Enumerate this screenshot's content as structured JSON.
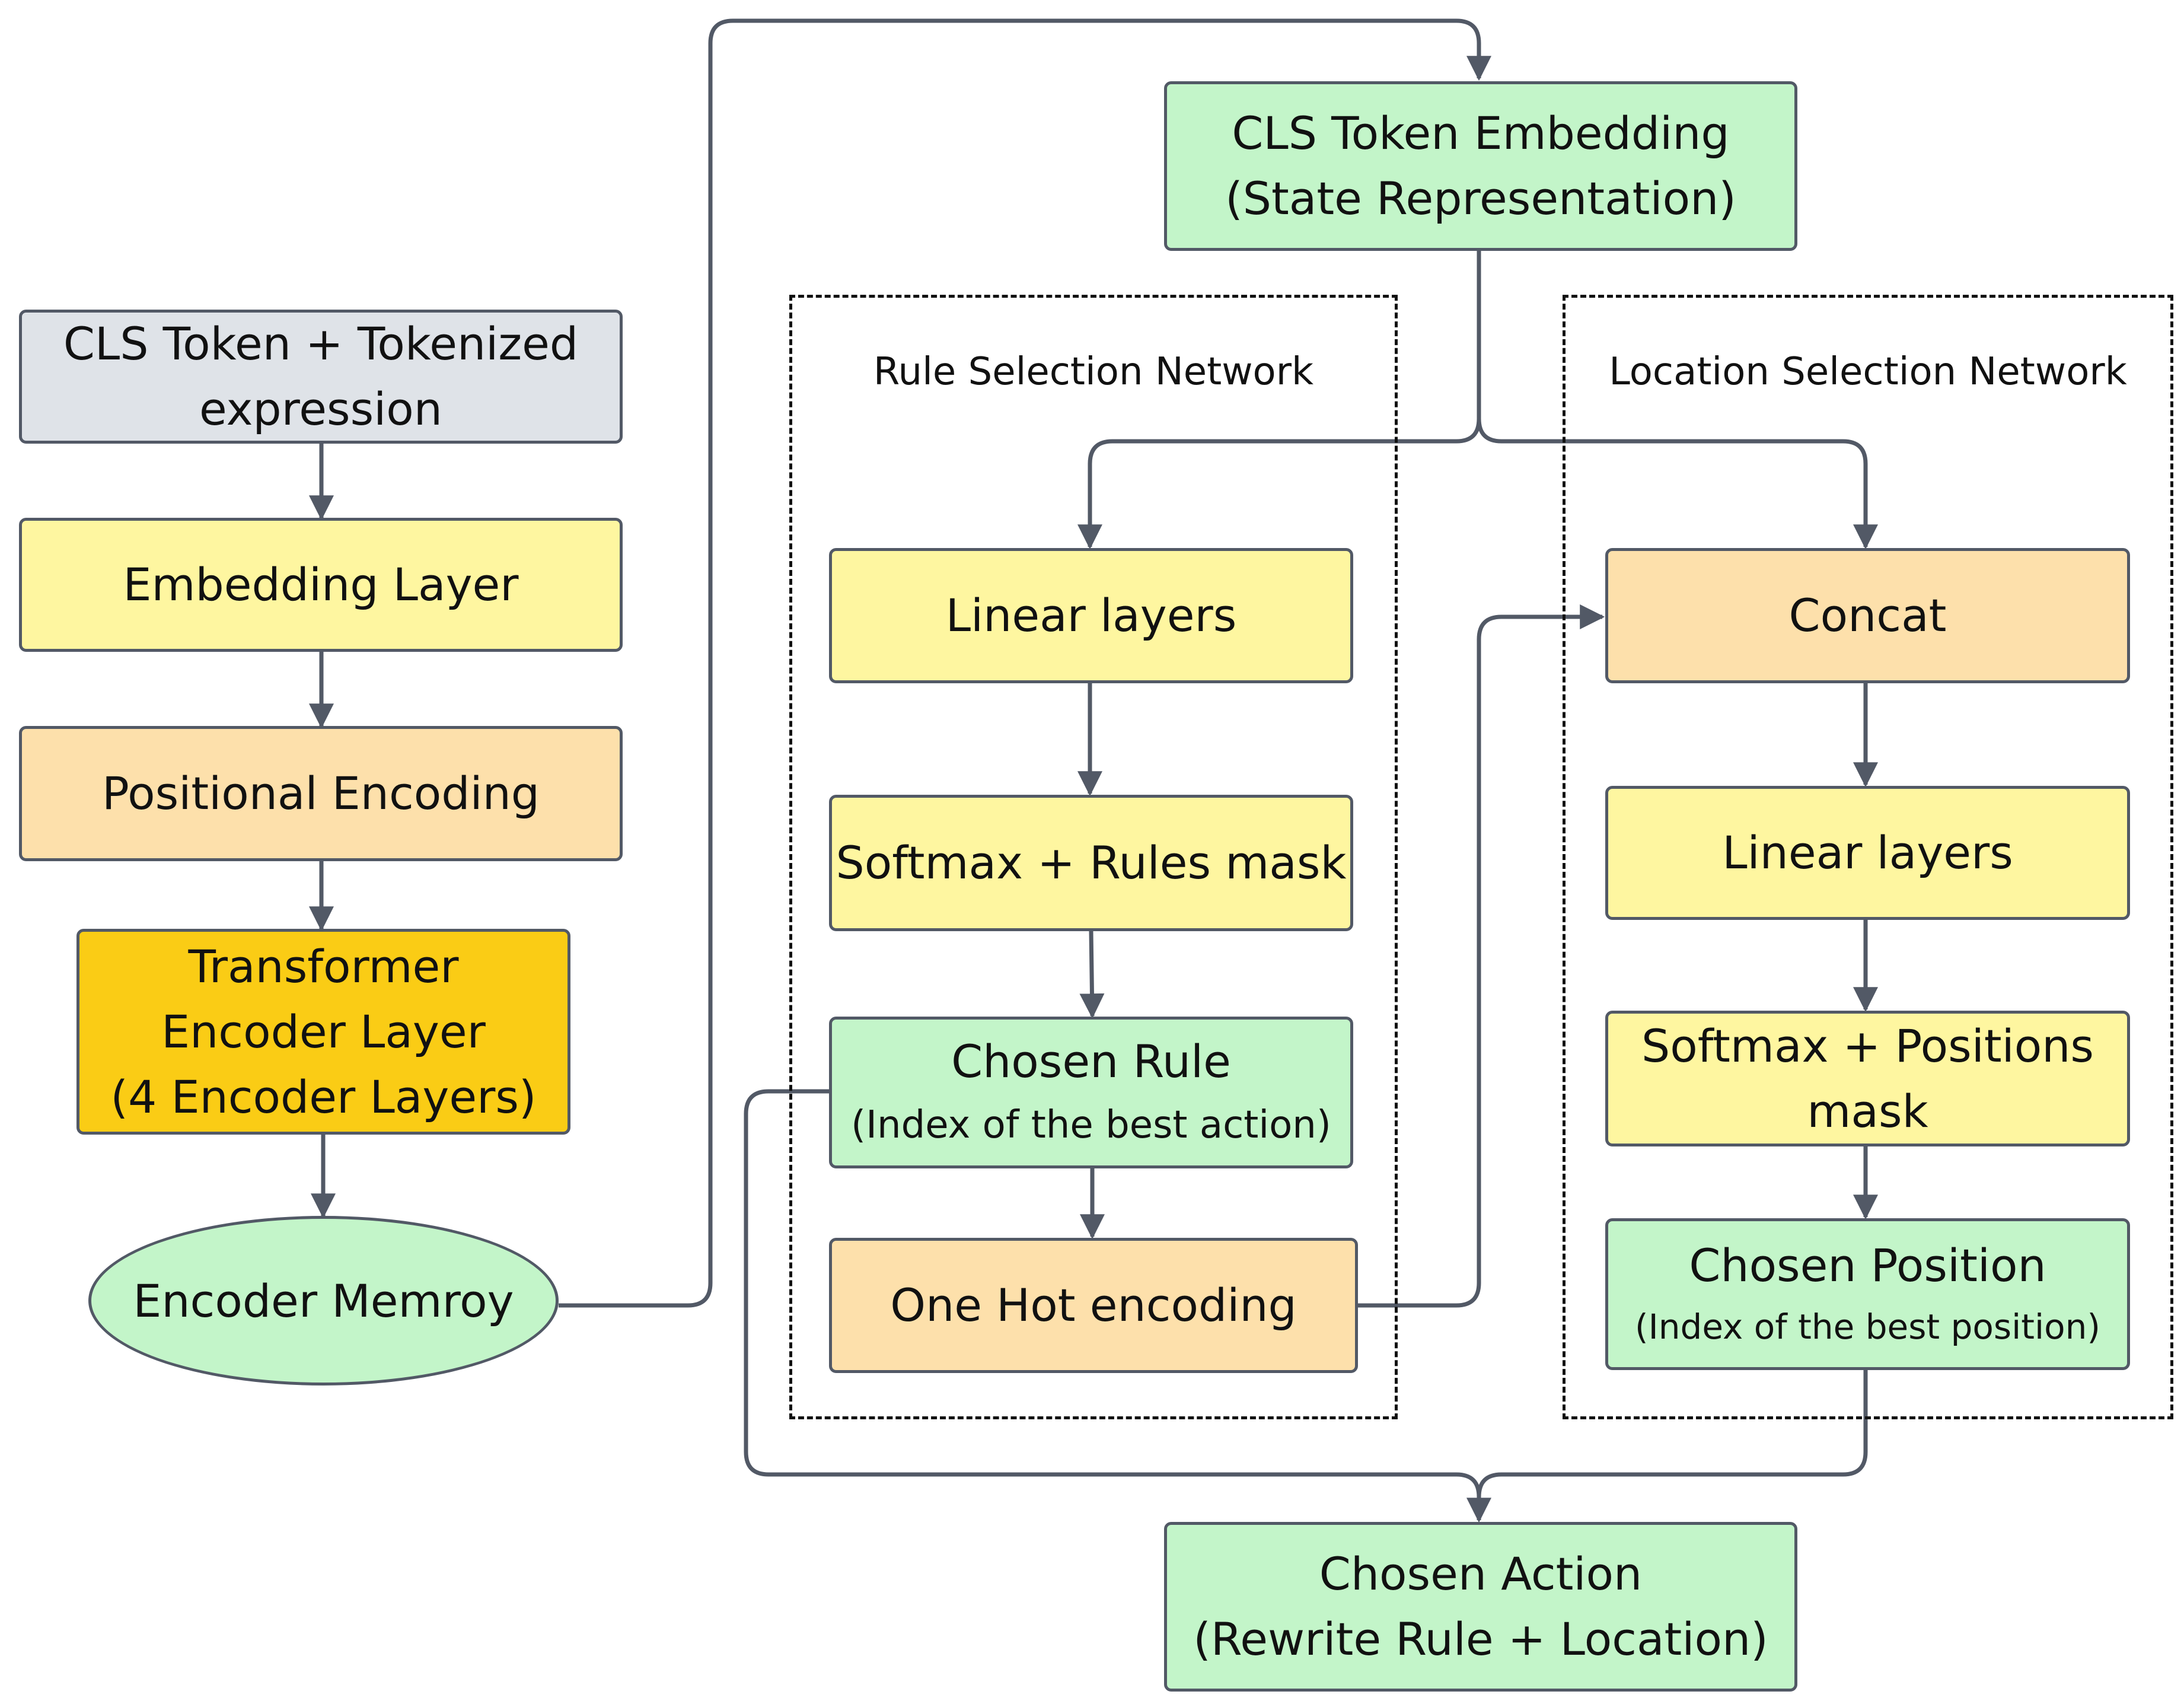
{
  "colors": {
    "gray": "#dfe3e8",
    "yellow": "#fef6a0",
    "peach": "#fde0ab",
    "gold": "#facc15",
    "green": "#c3f5c9",
    "stroke": "#525966"
  },
  "nodes": {
    "input": {
      "line1": "CLS Token + Tokenized",
      "line2": "expression"
    },
    "embedding": {
      "label": "Embedding Layer"
    },
    "positional": {
      "label": "Positional Encoding"
    },
    "transformer": {
      "line1": "Transformer",
      "line2": "Encoder Layer",
      "line3": "(4 Encoder Layers)"
    },
    "memory": {
      "label": "Encoder Memroy"
    },
    "cls_embedding": {
      "line1": "CLS Token Embedding",
      "line2": "(State Representation)"
    },
    "rule_linear": {
      "label": "Linear layers"
    },
    "rule_softmax": {
      "label": "Softmax + Rules mask"
    },
    "chosen_rule": {
      "line1": "Chosen Rule",
      "line2": "(Index of the best action)"
    },
    "one_hot": {
      "label": "One Hot encoding"
    },
    "concat": {
      "label": "Concat"
    },
    "loc_linear": {
      "label": "Linear layers"
    },
    "loc_softmax": {
      "line1": "Softmax + Positions",
      "line2": "mask"
    },
    "chosen_position": {
      "line1": "Chosen Position",
      "line2": "(Index of the best position)"
    },
    "chosen_action": {
      "line1": "Chosen Action",
      "line2": "(Rewrite Rule + Location)"
    }
  },
  "groups": {
    "rule_network": {
      "label": "Rule Selection Network"
    },
    "location_network": {
      "label": "Location Selection Network"
    }
  }
}
